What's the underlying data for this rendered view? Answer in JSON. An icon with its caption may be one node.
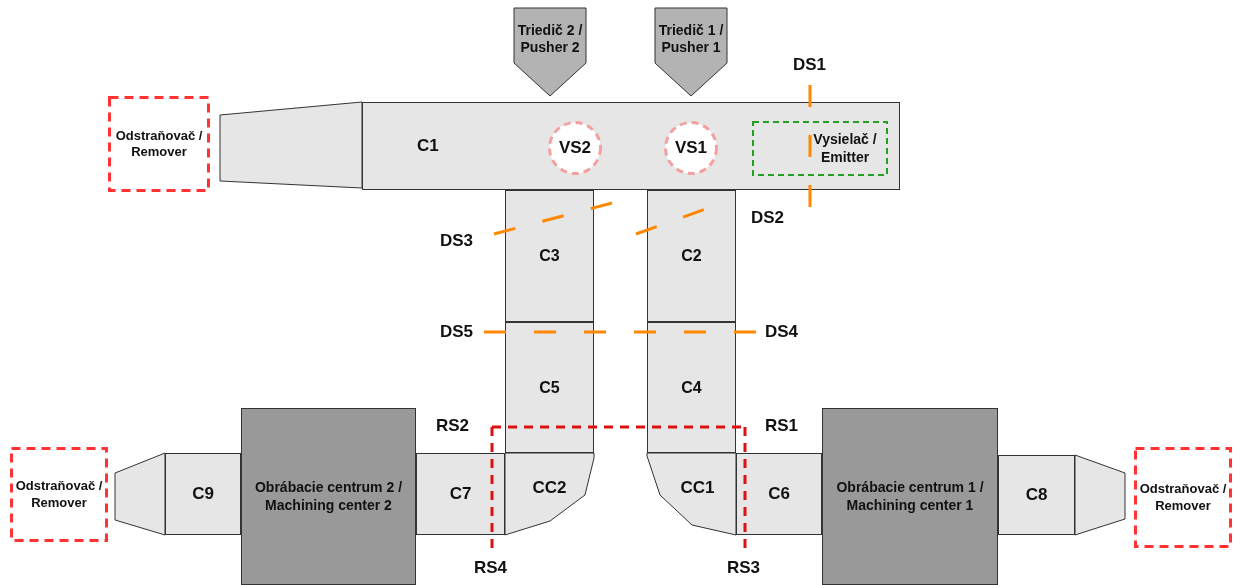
{
  "diagram": {
    "nodes": [
      {
        "text": [
          "Triedič 2 / Pusher 2"
        ]
      },
      {
        "text": [
          "Triedič 1 / Pusher 1"
        ]
      },
      {
        "text": [
          "Odstraňovač / Remover"
        ]
      },
      {
        "text": [],
        "shape": "trapezoid"
      },
      {
        "text": [
          "C1"
        ]
      },
      {
        "text": [
          "VS2"
        ],
        "in": 4
      },
      {
        "text": [
          "VS1"
        ],
        "in": 4
      },
      {
        "text": [
          "Vysielač / Emitter"
        ],
        "in": 4
      },
      {
        "text": [
          "C3"
        ]
      },
      {
        "text": [
          "C2"
        ]
      },
      {
        "text": [
          "C5"
        ]
      },
      {
        "text": [
          "C4"
        ]
      },
      {
        "text": [
          "Odstraňovač / Remover"
        ]
      },
      {
        "text": [],
        "shape": "trapezoid"
      },
      {
        "text": [
          "C9"
        ]
      },
      {
        "text": [
          "Obrábacie centrum 2 / Machining center 2"
        ]
      },
      {
        "text": [
          "C7"
        ]
      },
      {
        "text": [
          "CC2"
        ]
      },
      {
        "text": [
          "CC1"
        ]
      },
      {
        "text": [
          "C6"
        ]
      },
      {
        "text": [
          "Obrábacie centrum 1 / Machining center 1"
        ]
      },
      {
        "text": [
          "C8"
        ]
      },
      {
        "text": [],
        "shape": "trapezoid"
      },
      {
        "text": [
          "Odstraňovač / Remover"
        ]
      }
    ],
    "edges": [],
    "labels": [
      "DS1",
      "DS2",
      "DS3",
      "DS5",
      "DS4",
      "RS2",
      "RS1",
      "RS4",
      "RS3"
    ]
  }
}
